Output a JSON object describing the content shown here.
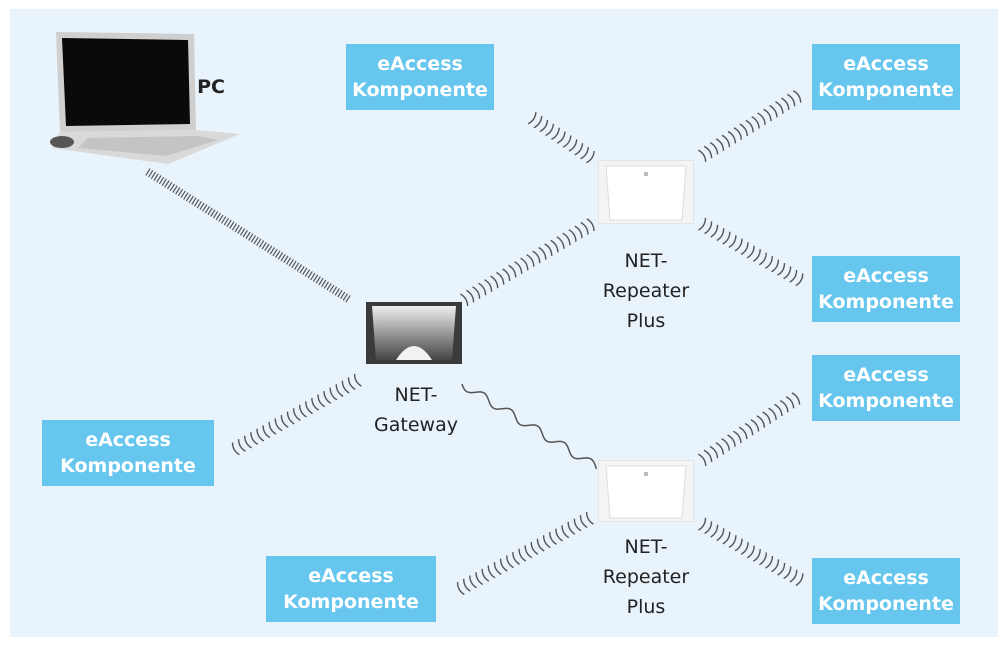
{
  "nodes": {
    "pc": {
      "label": "PC"
    },
    "gateway": {
      "line1": "NET-",
      "line2": "Gateway"
    },
    "repeater_top": {
      "line1": "NET-",
      "line2": "Repeater",
      "line3": "Plus"
    },
    "repeater_bottom": {
      "line1": "NET-",
      "line2": "Repeater",
      "line3": "Plus"
    }
  },
  "components": [
    {
      "line1": "eAccess",
      "line2": "Komponente"
    },
    {
      "line1": "eAccess",
      "line2": "Komponente"
    },
    {
      "line1": "eAccess",
      "line2": "Komponente"
    },
    {
      "line1": "eAccess",
      "line2": "Komponente"
    },
    {
      "line1": "eAccess",
      "line2": "Komponente"
    },
    {
      "line1": "eAccess",
      "line2": "Komponente"
    },
    {
      "line1": "eAccess",
      "line2": "Komponente"
    }
  ],
  "colors": {
    "panel": "#e9f3fb",
    "component_box": "#66c6ee",
    "component_text": "#ffffff",
    "link": "#555555"
  }
}
